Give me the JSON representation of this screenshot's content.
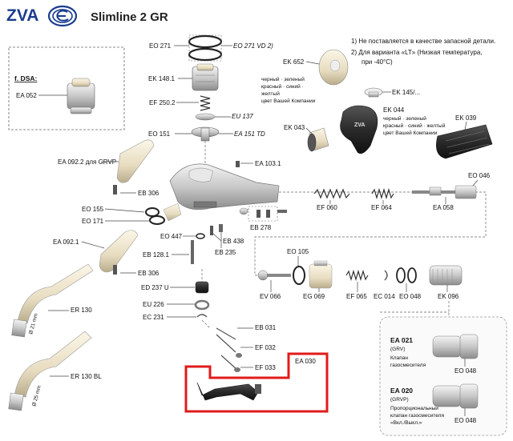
{
  "header": {
    "brand": "ZVA",
    "title": "Slimline 2 GR",
    "notes": [
      "1)  Не поставляется в качестве запасной детали.",
      "2)  Для варианта «LT» (Низкая температура,",
      "при -40°С)"
    ]
  },
  "dsa_box": {
    "heading": "f. DSA:",
    "part": "EA 052"
  },
  "labels": {
    "eo271": "EO 271",
    "eo271vd": "EO 271 VD 2)",
    "ek1481": "EK 148.1",
    "ef2502": "EF 250.2",
    "eu137": "EU 137",
    "eo151": "EO 151",
    "ea151td": "EA 151 TD",
    "ek652": "EK 652",
    "ek145": "EK 145/...",
    "ek043": "EK 043",
    "ek044": "EK 044",
    "ek039": "EK 039",
    "ea1031": "EA 103.1",
    "ea0922": "EA 092.2 для GRVP",
    "eb306a": "EB 306",
    "eo155": "EO 155",
    "eo171": "EO 171",
    "ea0921": "EA 092.1",
    "eb306b": "EB 306",
    "er130": "ER 130",
    "er130bl": "ER 130 BL",
    "eo447": "EO 447",
    "eb1281": "EB 128.1",
    "eb438": "EB 438",
    "eb235": "EB 235",
    "eb278": "EB 278",
    "ed237u": "ED 237 U",
    "eu226": "EU 226",
    "ec231": "EC 231",
    "eb031": "EB 031",
    "ef032": "EF 032",
    "ef033": "EF 033",
    "ea030": "EA 030",
    "ef060": "EF 060",
    "ef064": "EF 064",
    "ea058": "EA 058",
    "eo046": "EO 046",
    "eo105": "EO 105",
    "ev066": "EV 066",
    "eg069": "EG 069",
    "ef065": "EF 065",
    "ec014": "EC 014",
    "eo048a": "EO 048",
    "ek096": "EK 096",
    "ea021": "EA 021",
    "grv": "(GRV)",
    "ea021desc1": "Клапан",
    "ea021desc2": "газосмесителя",
    "eo048b": "EO 048",
    "ea020": "EA 020",
    "grvp": "(GRVP)",
    "ea020desc1": "Пропорциональный",
    "ea020desc2": "клапан газосмесителя",
    "ea020desc3": "«Вкл./Выкл.»",
    "eo048c": "EO 048",
    "dim21": "Ø 21 mm",
    "dim25": "Ø 25 mm"
  },
  "color_notes": {
    "ek652a": "черный · зеленый",
    "ek652b": "красный · синий ·",
    "ek652c": "желтый",
    "ek652d": "цвет Вашей Компании",
    "ek044a": "черный · зеленый",
    "ek044b": "красный · синий · желтый",
    "ek044c": "цвет Вашей Компании"
  },
  "colors": {
    "brand_blue": "#1a3c8f",
    "highlight_red": "#e01b1b",
    "handle_dark": "#2b2b2b"
  }
}
